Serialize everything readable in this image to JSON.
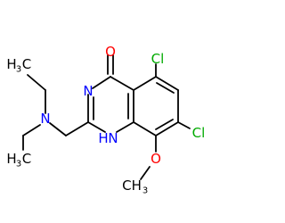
{
  "molecule": {
    "colors": {
      "bond": "#000000",
      "O": "#ff0000",
      "N": "#0000ff",
      "Cl": "#00aa00",
      "C": "#000000"
    },
    "labels": {
      "carbonyl_O": "O",
      "N3": "N",
      "N1H": "H",
      "N1": "N",
      "amine_N": "N",
      "Cl5": "Cl",
      "Cl7": "Cl",
      "methoxy_O": "O",
      "ethyl1_H": "H",
      "ethyl1_sub": "3",
      "ethyl1_C": "C",
      "ethyl2_H": "H",
      "ethyl2_sub": "3",
      "ethyl2_C": "C",
      "methyl_C": "CH",
      "methyl_sub": "3"
    }
  }
}
